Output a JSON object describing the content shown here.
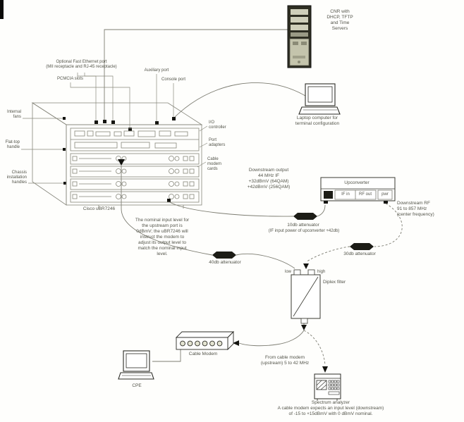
{
  "colors": {
    "line": "#7d7d72",
    "icon_outline": "#2b2b25",
    "black": "#141410",
    "text": "#53544a"
  },
  "cnr_server": {
    "lines": [
      "CNR with",
      "DHCP, TFTP",
      "and Time",
      "Servers"
    ]
  },
  "laptop": {
    "lines": [
      "Laptop computer for",
      "terminal configuration"
    ]
  },
  "chassis": {
    "label": "Cisco uBR7246",
    "callout_fast_ethernet": [
      "Optional Fast Ethernet port",
      "(MII receptacle and RJ-45 receptacle)"
    ],
    "callout_pc_card": "PCMCIA slots",
    "callout_auxiliary": "Auxiliary port",
    "callout_console": "Console port",
    "callout_internal_fans": [
      "Internal",
      "fans"
    ],
    "callout_flat_top_handle": [
      "Flat-top",
      "handle"
    ],
    "callout_install_handles": [
      "Chassis",
      "installation",
      "handles"
    ],
    "callout_io_controller": [
      "I/O",
      "controller"
    ],
    "callout_port_adapters": [
      "Port",
      "adapters"
    ],
    "callout_modem_cards": [
      "Cable",
      "modem",
      "cards"
    ]
  },
  "downstream_output": {
    "lines": [
      "Downstream output",
      "44 MHz IF",
      "+32dBmV (64QAM)",
      "+42dBmV (256QAM)"
    ]
  },
  "upconverter": {
    "title": "Upconverter",
    "port_if": "IF in",
    "port_rf": "RF out",
    "port_pwr": "pwr"
  },
  "downstream_rf": {
    "lines": [
      "Downstream RF",
      "91 to 857 MHz",
      "(center frequency)"
    ]
  },
  "attenuator_10": {
    "lines": [
      "10db attenuator",
      "(IF input power of upconverter +42db)"
    ]
  },
  "attenuator_30": {
    "label": "30db attenuator"
  },
  "attenuator_40": {
    "label": "40db attenuator"
  },
  "upstream_note": {
    "lines": [
      "The nominal input level for",
      "the upstream port is",
      "0dBmV; the uBR7246 will",
      "instruct the modem to",
      "adjust its output level to",
      "match the nominal input",
      "level."
    ]
  },
  "diplex_filter": {
    "label": "Diplex filter",
    "port_low": "low",
    "port_high": "high"
  },
  "cable_modem": {
    "label": "Cable Modem"
  },
  "from_modem": {
    "lines": [
      "From cable modem",
      "(upstream) 5 to 42 MHz"
    ]
  },
  "cpe": {
    "label": "CPE"
  },
  "spectrum_analyzer": {
    "lines": [
      "Spectrum analyzer",
      "A cable modem expects an input level (downstream)",
      "of -15 to +15dBmV with 0 dBmV nominal."
    ]
  }
}
